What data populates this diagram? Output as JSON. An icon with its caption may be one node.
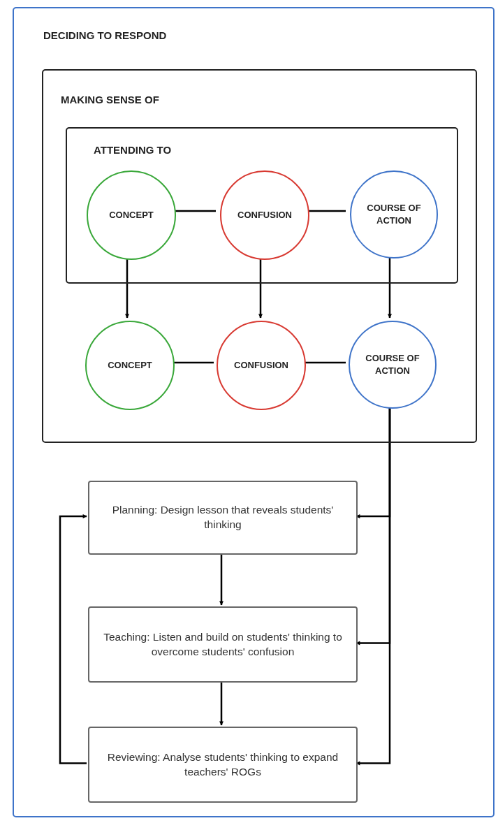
{
  "diagram": {
    "nodes": [
      {
        "text": [
          "DECIDING TO RESPOND"
        ]
      },
      {
        "text": [
          "MAKING SENSE OF"
        ],
        "in": 0
      },
      {
        "text": [
          "ATTENDING TO"
        ],
        "in": 1
      },
      {
        "text": [
          "CONCEPT"
        ],
        "in": 2
      },
      {
        "text": [
          "CONFUSION"
        ],
        "in": 2
      },
      {
        "text": [
          "COURSE OF ACTION"
        ],
        "in": 2
      },
      {
        "text": [
          "CONCEPT"
        ],
        "in": 1
      },
      {
        "text": [
          "CONFUSION"
        ],
        "in": 1
      },
      {
        "text": [
          "COURSE OF ACTION"
        ],
        "in": 1
      },
      {
        "text": [
          "Planning: Design lesson that reveals students' thinking"
        ],
        "in": 0
      },
      {
        "text": [
          "Teaching: Listen and build on students' thinking to overcome students' confusion"
        ],
        "in": 0
      },
      {
        "text": [
          "Reviewing: Analyse students' thinking to expand teachers' ROGs"
        ],
        "in": 0
      }
    ],
    "edges": [
      {
        "from": 3,
        "to": 4,
        "arrow": "none"
      },
      {
        "from": 4,
        "to": 5,
        "arrow": "none"
      },
      {
        "from": 3,
        "to": 6,
        "arrow": "to"
      },
      {
        "from": 4,
        "to": 7,
        "arrow": "to"
      },
      {
        "from": 5,
        "to": 8,
        "arrow": "to"
      },
      {
        "from": 6,
        "to": 7,
        "arrow": "none"
      },
      {
        "from": 7,
        "to": 8,
        "arrow": "none"
      },
      {
        "from": 8,
        "to": 9,
        "arrow": "to"
      },
      {
        "from": 8,
        "to": 10,
        "arrow": "to"
      },
      {
        "from": 8,
        "to": 11,
        "arrow": "to"
      },
      {
        "from": 9,
        "to": 10,
        "arrow": "to"
      },
      {
        "from": 10,
        "to": 11,
        "arrow": "to"
      },
      {
        "from": 11,
        "to": 9,
        "arrow": "to"
      }
    ]
  }
}
